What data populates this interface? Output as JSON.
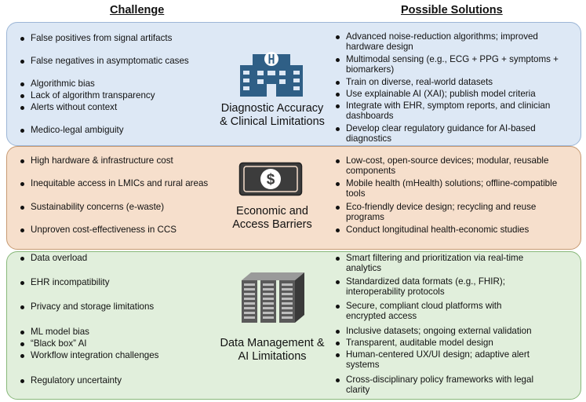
{
  "headers": {
    "challenge": "Challenge",
    "solutions": "Possible Solutions"
  },
  "sections": [
    {
      "title_line1": "Diagnostic Accuracy",
      "title_line2": "& Clinical Limitations",
      "icon": "hospital-icon",
      "color": "#dde8f5",
      "challenges": [
        "False positives from signal artifacts",
        "False negatives in asymptomatic cases",
        "Algorithmic bias",
        "Lack of algorithm transparency",
        "Alerts without context",
        "Medico-legal ambiguity"
      ],
      "solutions": [
        [
          "Advanced noise-reduction algorithms; improved",
          "hardware design"
        ],
        [
          "Multimodal sensing (e.g., ECG + PPG + symptoms +",
          "biomarkers)"
        ],
        [
          "Train on diverse, real-world datasets"
        ],
        [
          "Use explainable AI (XAI); publish model criteria"
        ],
        [
          "Integrate with EHR, symptom reports, and clinician",
          "dashboards"
        ],
        [
          "Develop clear regulatory guidance for AI-based",
          "diagnostics"
        ]
      ]
    },
    {
      "title_line1": "Economic and",
      "title_line2": "Access Barriers",
      "icon": "money-icon",
      "color": "#f6dfcc",
      "challenges": [
        "High hardware & infrastructure cost",
        "Inequitable access in LMICs and rural areas",
        "Sustainability concerns (e-waste)",
        "Unproven cost-effectiveness in CCS"
      ],
      "solutions": [
        [
          "Low-cost, open-source devices; modular, reusable",
          "components"
        ],
        [
          "Mobile health (mHealth) solutions; offline-compatible",
          "tools"
        ],
        [
          "Eco-friendly device design; recycling and reuse",
          "programs"
        ],
        [
          "Conduct longitudinal health-economic studies"
        ]
      ]
    },
    {
      "title_line1": "Data Management &",
      "title_line2": "AI Limitations",
      "icon": "server-rack-icon",
      "color": "#e1efdc",
      "challenges": [
        "Data overload",
        "EHR incompatibility",
        "Privacy and storage limitations",
        "ML model bias",
        "“Black box” AI",
        "Workflow integration challenges",
        "Regulatory uncertainty"
      ],
      "solutions": [
        [
          "Smart filtering and prioritization via real-time",
          "analytics"
        ],
        [
          "Standardized data formats (e.g., FHIR);",
          "interoperability protocols"
        ],
        [
          "Secure, compliant cloud platforms with",
          "encrypted access"
        ],
        [
          "Inclusive datasets; ongoing external validation"
        ],
        [
          "Transparent, auditable model design"
        ],
        [
          "Human-centered UX/UI design; adaptive alert",
          "systems"
        ],
        [
          "Cross-disciplinary policy frameworks with legal",
          "clarity"
        ]
      ]
    }
  ]
}
